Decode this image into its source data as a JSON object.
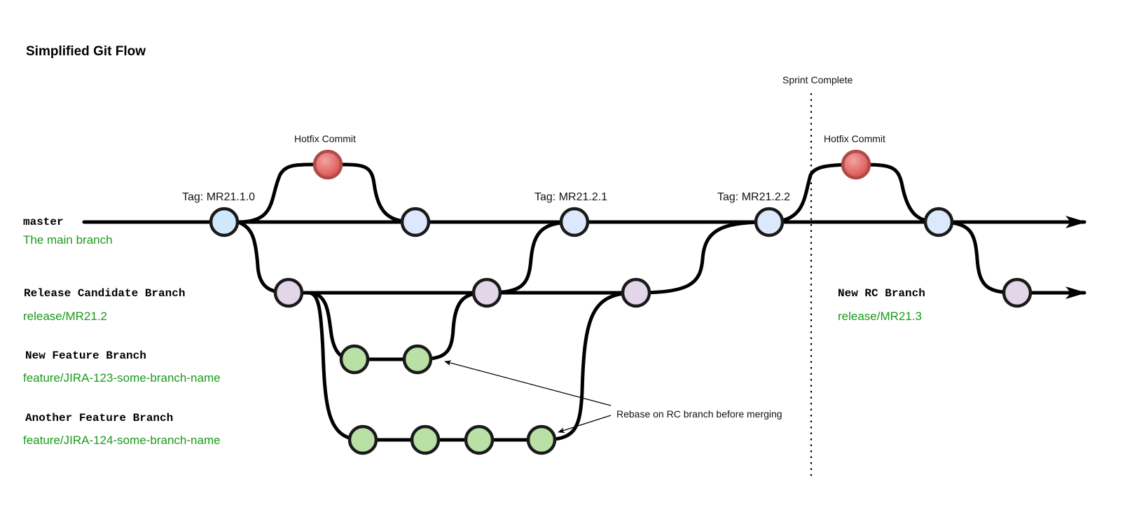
{
  "title": "Simplified Git Flow",
  "branches": {
    "master": {
      "name": "master",
      "desc": "The main branch"
    },
    "rc": {
      "name": "Release Candidate Branch",
      "desc": "release/MR21.2"
    },
    "new_rc": {
      "name": "New RC Branch",
      "desc": "release/MR21.3"
    },
    "feature1": {
      "name": "New Feature Branch",
      "desc": "feature/JIRA-123-some-branch-name"
    },
    "feature2": {
      "name": "Another Feature Branch",
      "desc": "feature/JIRA-124-some-branch-name"
    }
  },
  "tags": {
    "t1": "Tag: MR21.1.0",
    "t2": "Tag: MR21.2.1",
    "t3": "Tag: MR21.2.2"
  },
  "annotations": {
    "hotfix1": "Hotfix Commit",
    "hotfix2": "Hotfix Commit",
    "sprint": "Sprint Complete",
    "rebase": "Rebase on RC branch before merging"
  },
  "colors": {
    "master_commit": "#dce8fb",
    "tag_commit": "#cfe8fb",
    "hotfix_commit": "#e06666",
    "rc_commit": "#e2d6e8",
    "feature_commit": "#b9e0a5",
    "label_green": "#1a9a1a",
    "line": "#000000"
  }
}
